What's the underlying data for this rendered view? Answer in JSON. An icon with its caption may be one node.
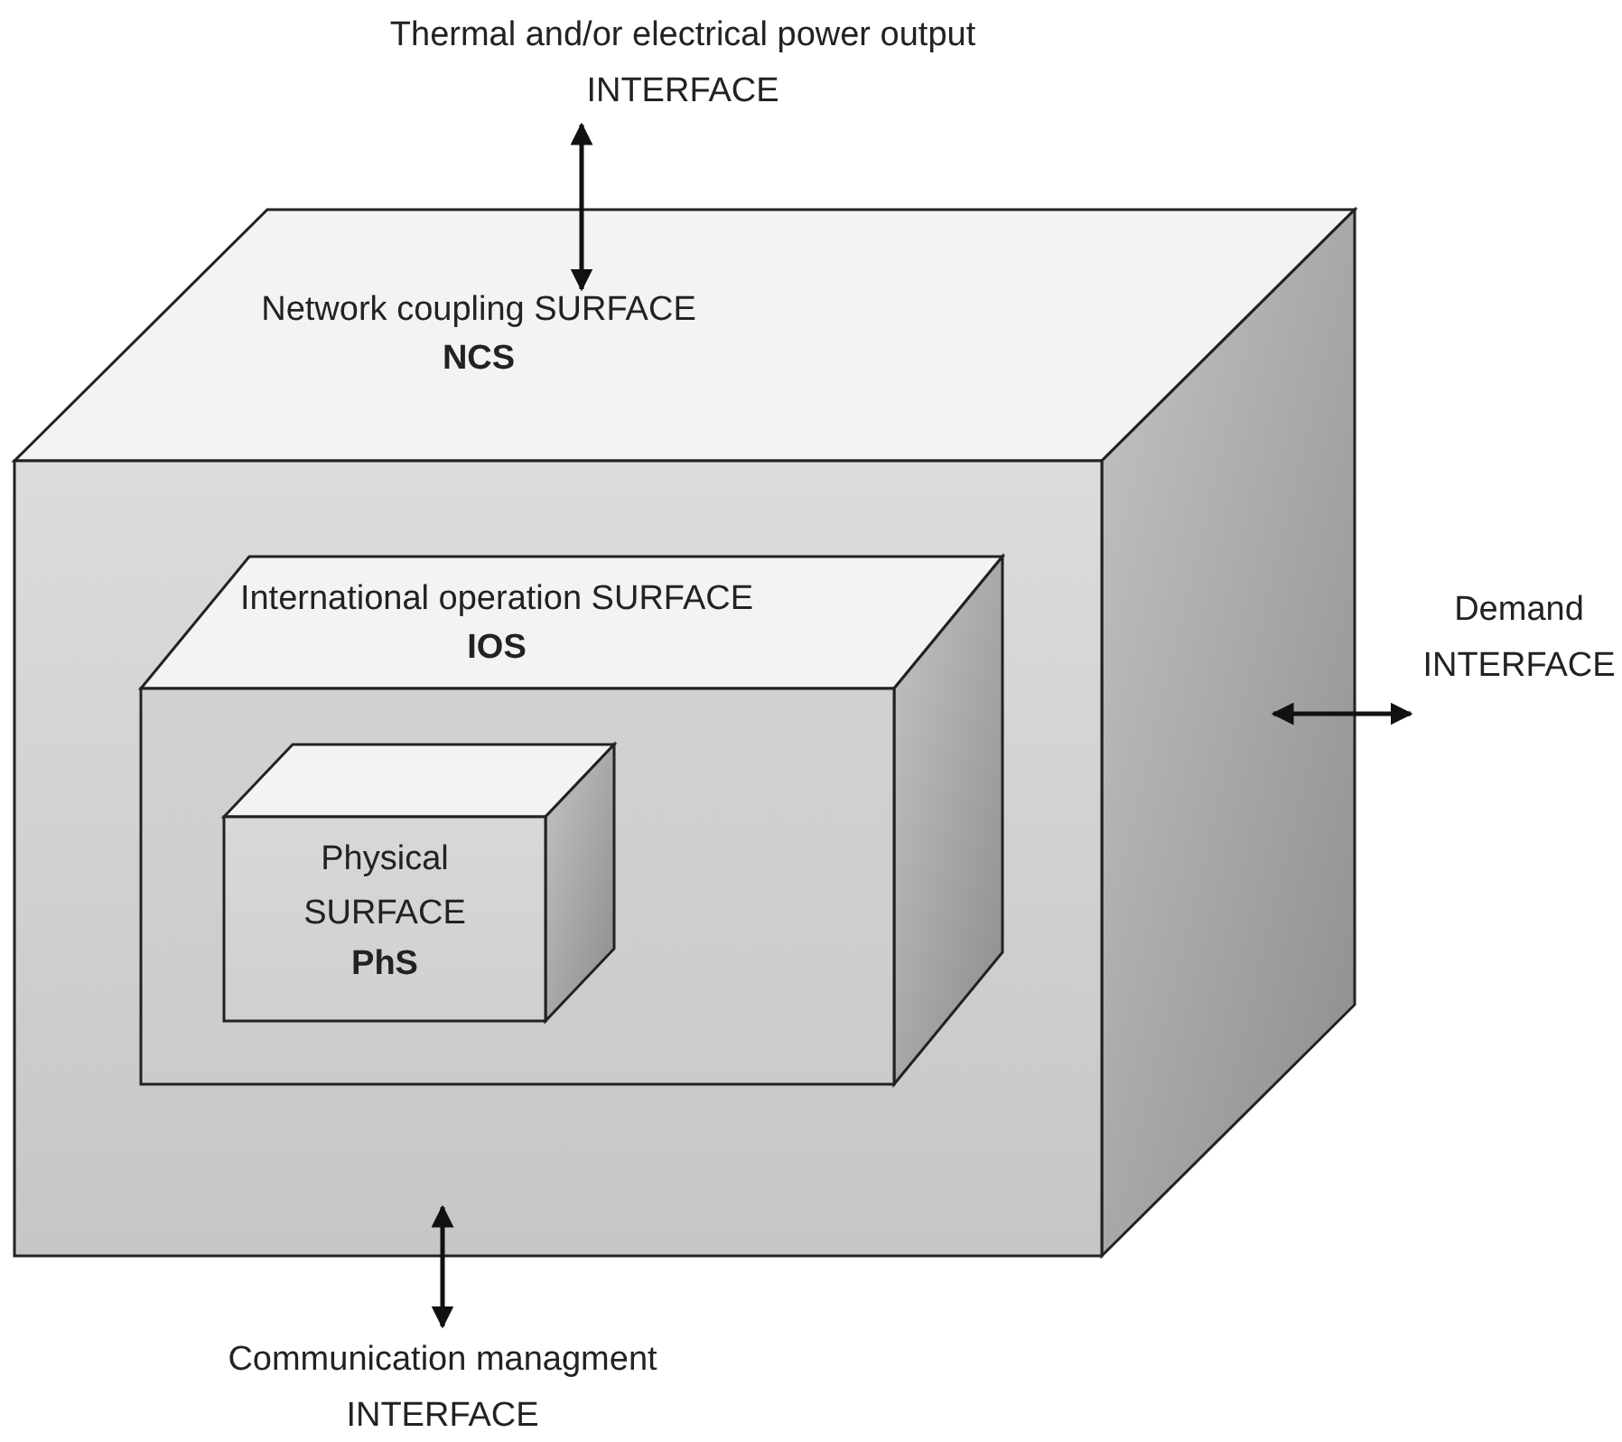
{
  "diagram": {
    "nodes": [
      {
        "text": [
          "Network coupling SURFACE",
          "NCS"
        ]
      },
      {
        "text": [
          "International operation SURFACE",
          "IOS"
        ],
        "in": 0
      },
      {
        "text": [
          "Physical SURFACE",
          "PhS"
        ],
        "in": 1
      },
      {
        "text": [
          "Thermal and/or electrical power output INTERFACE"
        ]
      },
      {
        "text": [
          "Demand INTERFACE"
        ]
      },
      {
        "text": [
          "Communication managment INTERFACE"
        ]
      }
    ],
    "edges": [
      {
        "from": 3,
        "to": 0,
        "arrow": "both"
      },
      {
        "from": 0,
        "to": 4,
        "arrow": "both"
      },
      {
        "from": 0,
        "to": 5,
        "arrow": "both"
      }
    ]
  }
}
